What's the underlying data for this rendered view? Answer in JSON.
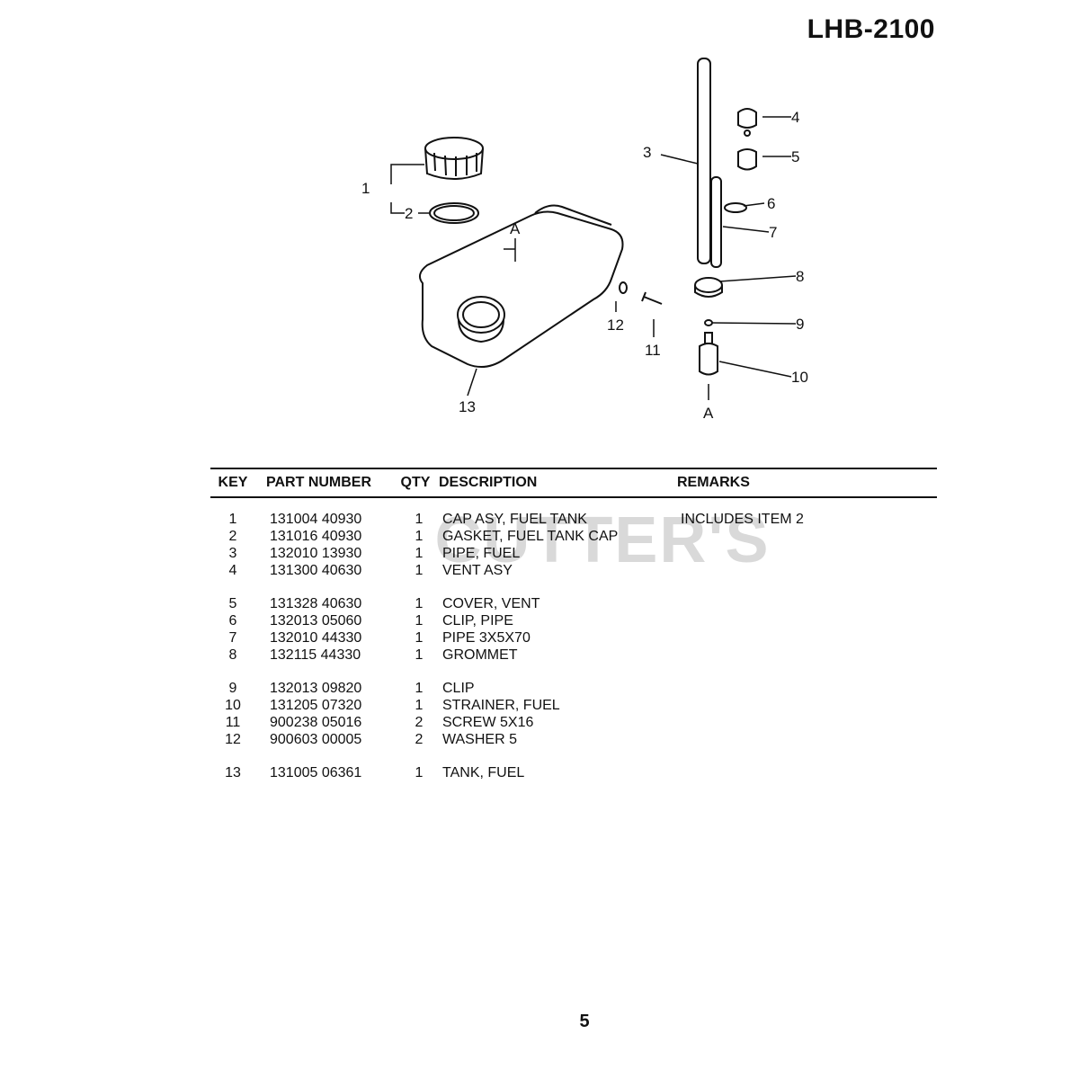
{
  "header": {
    "model": "LHB-2100"
  },
  "watermark": "CUTTER'S",
  "diagram": {
    "callouts": [
      "1",
      "2",
      "3",
      "4",
      "5",
      "6",
      "7",
      "8",
      "9",
      "10",
      "11",
      "12",
      "13"
    ],
    "ref_a_top": "A",
    "ref_a_bottom": "A"
  },
  "table": {
    "columns": {
      "key": "KEY",
      "part": "PART NUMBER",
      "qty": "QTY",
      "desc": "DESCRIPTION",
      "rem": "REMARKS"
    },
    "rows": [
      {
        "key": "1",
        "part": "131004 40930",
        "qty": "1",
        "desc": "CAP ASY, FUEL TANK",
        "rem": "INCLUDES ITEM 2"
      },
      {
        "key": "2",
        "part": "131016 40930",
        "qty": "1",
        "desc": "GASKET, FUEL TANK CAP",
        "rem": ""
      },
      {
        "key": "3",
        "part": "132010 13930",
        "qty": "1",
        "desc": "PIPE, FUEL",
        "rem": ""
      },
      {
        "key": "4",
        "part": "131300 40630",
        "qty": "1",
        "desc": "VENT ASY",
        "rem": ""
      },
      {
        "key": "5",
        "part": "131328 40630",
        "qty": "1",
        "desc": "COVER, VENT",
        "rem": ""
      },
      {
        "key": "6",
        "part": "132013 05060",
        "qty": "1",
        "desc": "CLIP, PIPE",
        "rem": ""
      },
      {
        "key": "7",
        "part": "132010 44330",
        "qty": "1",
        "desc": "PIPE  3X5X70",
        "rem": ""
      },
      {
        "key": "8",
        "part": "132115 44330",
        "qty": "1",
        "desc": "GROMMET",
        "rem": ""
      },
      {
        "key": "9",
        "part": "132013 09820",
        "qty": "1",
        "desc": "CLIP",
        "rem": ""
      },
      {
        "key": "10",
        "part": "131205 07320",
        "qty": "1",
        "desc": "STRAINER, FUEL",
        "rem": ""
      },
      {
        "key": "11",
        "part": "900238 05016",
        "qty": "2",
        "desc": "SCREW  5X16",
        "rem": ""
      },
      {
        "key": "12",
        "part": "900603 00005",
        "qty": "2",
        "desc": "WASHER  5",
        "rem": ""
      },
      {
        "key": "13",
        "part": "131005 06361",
        "qty": "1",
        "desc": "TANK, FUEL",
        "rem": ""
      }
    ]
  },
  "footer": {
    "page_number": "5"
  }
}
